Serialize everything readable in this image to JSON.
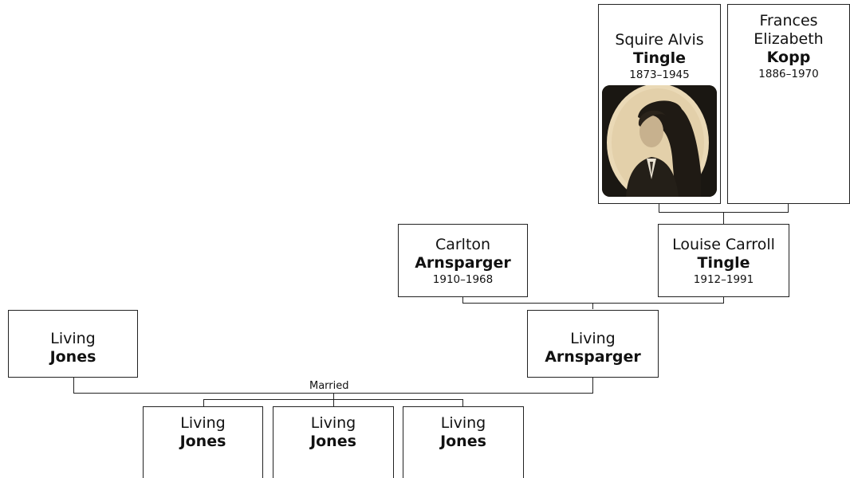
{
  "people": {
    "squire": {
      "given": "Squire Alvis",
      "surname": "Tingle",
      "years": "1873–1945"
    },
    "frances": {
      "given_line1": "Frances",
      "given_line2": "Elizabeth",
      "surname": "Kopp",
      "years": "1886–1970"
    },
    "carlton": {
      "given": "Carlton",
      "surname": "Arnsparger",
      "years": "1910–1968"
    },
    "louise": {
      "given": "Louise Carroll",
      "surname": "Tingle",
      "years": "1912–1991"
    },
    "living_jones_spouse": {
      "given": "Living",
      "surname": "Jones"
    },
    "living_arnsparger": {
      "given": "Living",
      "surname": "Arnsparger"
    },
    "children": [
      {
        "given": "Living",
        "surname": "Jones"
      },
      {
        "given": "Living",
        "surname": "Jones"
      },
      {
        "given": "Living",
        "surname": "Jones"
      }
    ]
  },
  "labels": {
    "married": "Married"
  },
  "colors": {
    "photo_sepia": "#e8d9b8",
    "photo_dark": "#1a1712",
    "border": "#222222"
  }
}
